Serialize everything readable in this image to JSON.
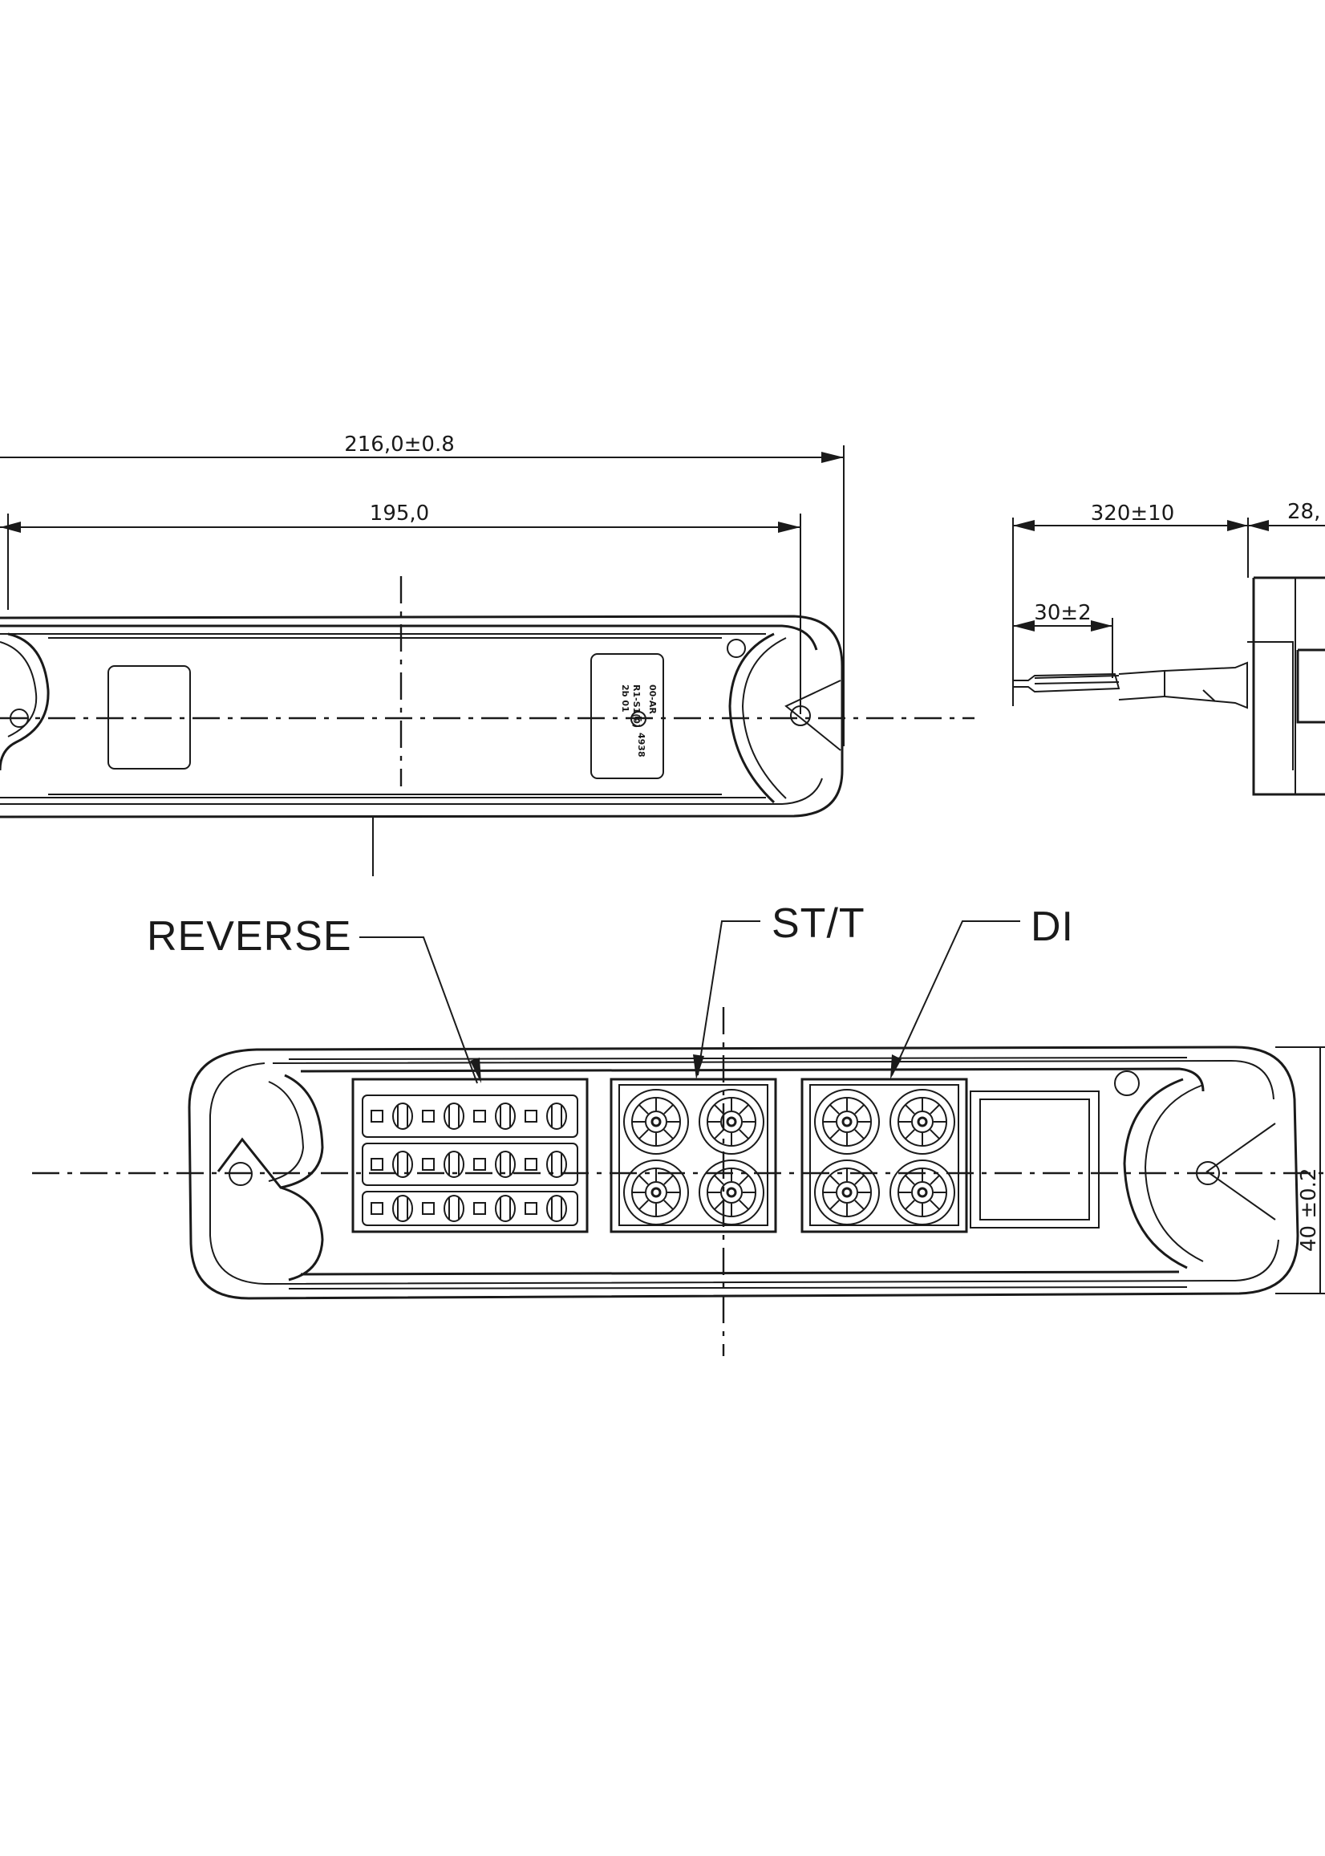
{
  "dimensions": {
    "overall_length": "216,0±0.8",
    "hole_spacing": "195,0",
    "cable_length": "320±10",
    "strip_length": "30±2",
    "depth_partial": "28,",
    "height_partial": "40 ±0.2"
  },
  "labels": {
    "reverse": "REVERSE",
    "stop_tail": "ST/T",
    "direction_indicator": "DI"
  },
  "approval_plate": {
    "line1": "00-AR",
    "line2": "R1-S1(0)",
    "line3": "2b 01",
    "mark": "E",
    "line4": "4938"
  }
}
